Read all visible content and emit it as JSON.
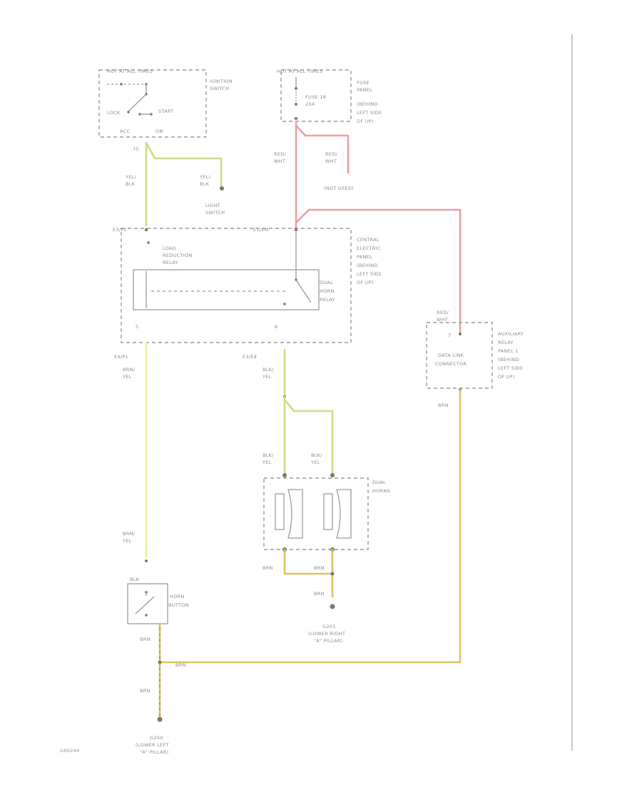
{
  "diagram": {
    "ignition": {
      "header": "HOT AT ALL TIMES",
      "name": [
        "IGNITION",
        "SWITCH"
      ],
      "pos_lock": "LOCK",
      "pos_start": "START",
      "pos_acc": "ACC",
      "pos_on": "ON"
    },
    "fuse": {
      "header": "HOT AT ALL TIMES",
      "fuse_label": [
        "FUSE 18",
        "20A"
      ],
      "panel": [
        "FUSE",
        "PANEL",
        "(BEHIND",
        "LEFT SIDE",
        "OF I/P)"
      ]
    },
    "wires": {
      "red_wht_1": [
        "RED/",
        "WHT"
      ],
      "red_wht_2": [
        "RED/",
        "WHT"
      ],
      "not_used": "(NOT USED)",
      "yel_blk_1": [
        "YEL/",
        "BLK"
      ],
      "yel_blk_2": [
        "YEL/",
        "BLK"
      ],
      "light_switch": [
        "LIGHT",
        "SWITCH"
      ],
      "pin_75": "75",
      "brn_yel_1": [
        "BRN/",
        "YEL"
      ],
      "blk_yel_1": [
        "BLK/",
        "YEL"
      ],
      "blk_yel_2": [
        "BLK/",
        "YEL"
      ],
      "blk_yel_3": [
        "BLK/",
        "YEL"
      ],
      "red_wht_3": [
        "RED/",
        "WHT"
      ],
      "brn_dlc": "BRN",
      "brn_yel_2": [
        "BRN/",
        "YEL"
      ],
      "blk": "BLK",
      "brn_hb": "BRN",
      "brn_mid": "BRN",
      "brn_lower": "BRN",
      "brn_ds1": "BRN",
      "brn_ds2": "BRN",
      "brn_ds3": "BRN"
    },
    "cep": {
      "conn_left": "E3/P1",
      "conn_right": "E1/EM",
      "load_relay": [
        "LOAD",
        "REDUCTION",
        "RELAY"
      ],
      "dual_horn_relay": [
        "DUAL",
        "HORN",
        "RELAY"
      ],
      "panel": [
        "CENTRAL",
        "ELECTRIC",
        "PANEL",
        "(BEHIND",
        "LEFT SIDE",
        "OF I/P)"
      ],
      "pin_left": "5",
      "pin_right": "6",
      "out_left": "E4/P1",
      "out_right": "E3/E4"
    },
    "dlc": {
      "pin": "7",
      "name": [
        "DATA LINK",
        "CONNECTOR"
      ],
      "panel": [
        "AUXILIARY",
        "RELAY",
        "PANEL 1",
        "(BEHIND",
        "LEFT SIDE",
        "OF I/P)"
      ]
    },
    "horns": {
      "name": [
        "DUAL",
        "HORNS"
      ]
    },
    "horn_button": {
      "name": [
        "HORN",
        "BUTTON"
      ]
    },
    "grounds": {
      "right": [
        "G201",
        "(LOWER RIGHT",
        "\"A\" PILLAR)"
      ],
      "left": [
        "G200",
        "(LOWER LEFT",
        "\"A\" PILLAR)"
      ]
    },
    "figure_id": "G00244"
  }
}
